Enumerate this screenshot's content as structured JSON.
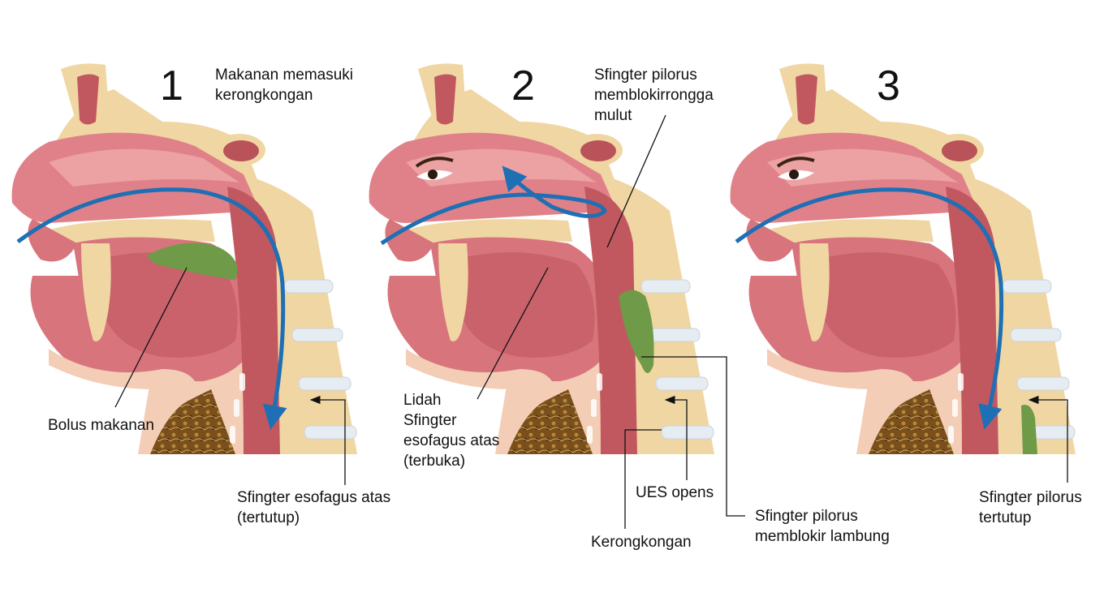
{
  "colors": {
    "skin": "#f3cdb6",
    "skin_dark": "#e9b69b",
    "bone": "#f0d6a3",
    "bone_light": "#f8ebc8",
    "flesh": "#d8757c",
    "flesh_dark": "#c2585f",
    "flesh_light": "#eca1a3",
    "bolus": "#6f9a47",
    "vertebra_disc": "#e6edf2",
    "fabric": "#7a4f1c",
    "arrow_blue": "#1f6fb5",
    "text": "#111111"
  },
  "panels": [
    {
      "number": "1",
      "caption": [
        "Makanan memasuki",
        "kerongkongan"
      ],
      "labels": {
        "bolus": "Bolus makanan",
        "ues": [
          "Sfingter esofagus atas",
          "(tertutup)"
        ]
      }
    },
    {
      "number": "2",
      "caption": [
        "Sfingter pilorus",
        "memblokirrongga",
        "mulut"
      ],
      "labels": {
        "tongue": [
          "Lidah",
          "Sfingter",
          "esofagus atas",
          "(terbuka)"
        ],
        "ues_opens": "UES opens",
        "esophagus": "Kerongkongan",
        "stomach": [
          "Sfingter pilorus",
          "memblokir lambung"
        ]
      }
    },
    {
      "number": "3",
      "labels": {
        "pylorus": [
          "Sfingter pilorus",
          "tertutup"
        ]
      }
    }
  ]
}
